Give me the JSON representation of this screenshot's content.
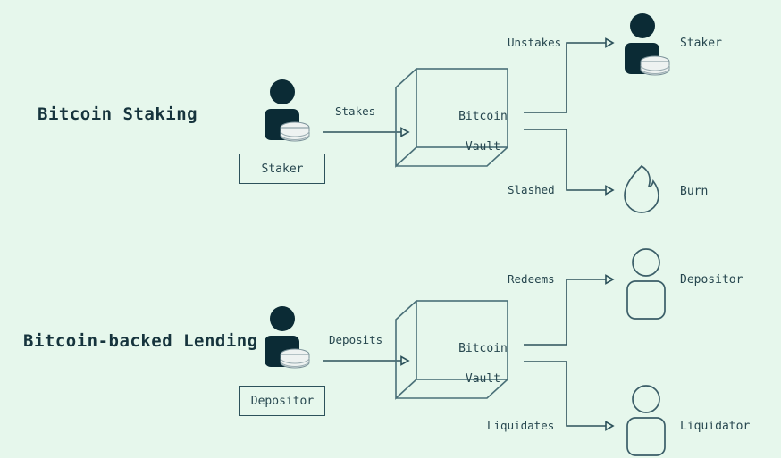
{
  "theme": {
    "background": "#e6f7ec",
    "ink_dark": "#0b2b35",
    "line": "#2d525b",
    "cube_line": "#4a7078",
    "text": "#27474f",
    "title": "#16343d",
    "divider": "#cfe0d4",
    "coin": "#eef2f1"
  },
  "panels": [
    {
      "id": "bitcoin-staking",
      "title": "Bitcoin Staking",
      "actor": {
        "icon": "person-with-coins-filled-icon",
        "box_label": "Staker"
      },
      "in_edge": {
        "label": "Stakes"
      },
      "vault": {
        "line1": "Bitcoin",
        "line2": "Vault"
      },
      "out_edges": [
        {
          "label": "Unstakes",
          "target_label": "Staker",
          "target_icon": "person-with-coins-filled-icon"
        },
        {
          "label": "Slashed",
          "target_label": "Burn",
          "target_icon": "flame-outline-icon"
        }
      ]
    },
    {
      "id": "bitcoin-backed-lending",
      "title": "Bitcoin-backed Lending",
      "actor": {
        "icon": "person-with-coins-filled-icon",
        "box_label": "Depositor"
      },
      "in_edge": {
        "label": "Deposits"
      },
      "vault": {
        "line1": "Bitcoin",
        "line2": "Vault"
      },
      "out_edges": [
        {
          "label": "Redeems",
          "target_label": "Depositor",
          "target_icon": "person-outline-icon"
        },
        {
          "label": "Liquidates",
          "target_label": "Liquidator",
          "target_icon": "person-outline-icon"
        }
      ]
    }
  ]
}
